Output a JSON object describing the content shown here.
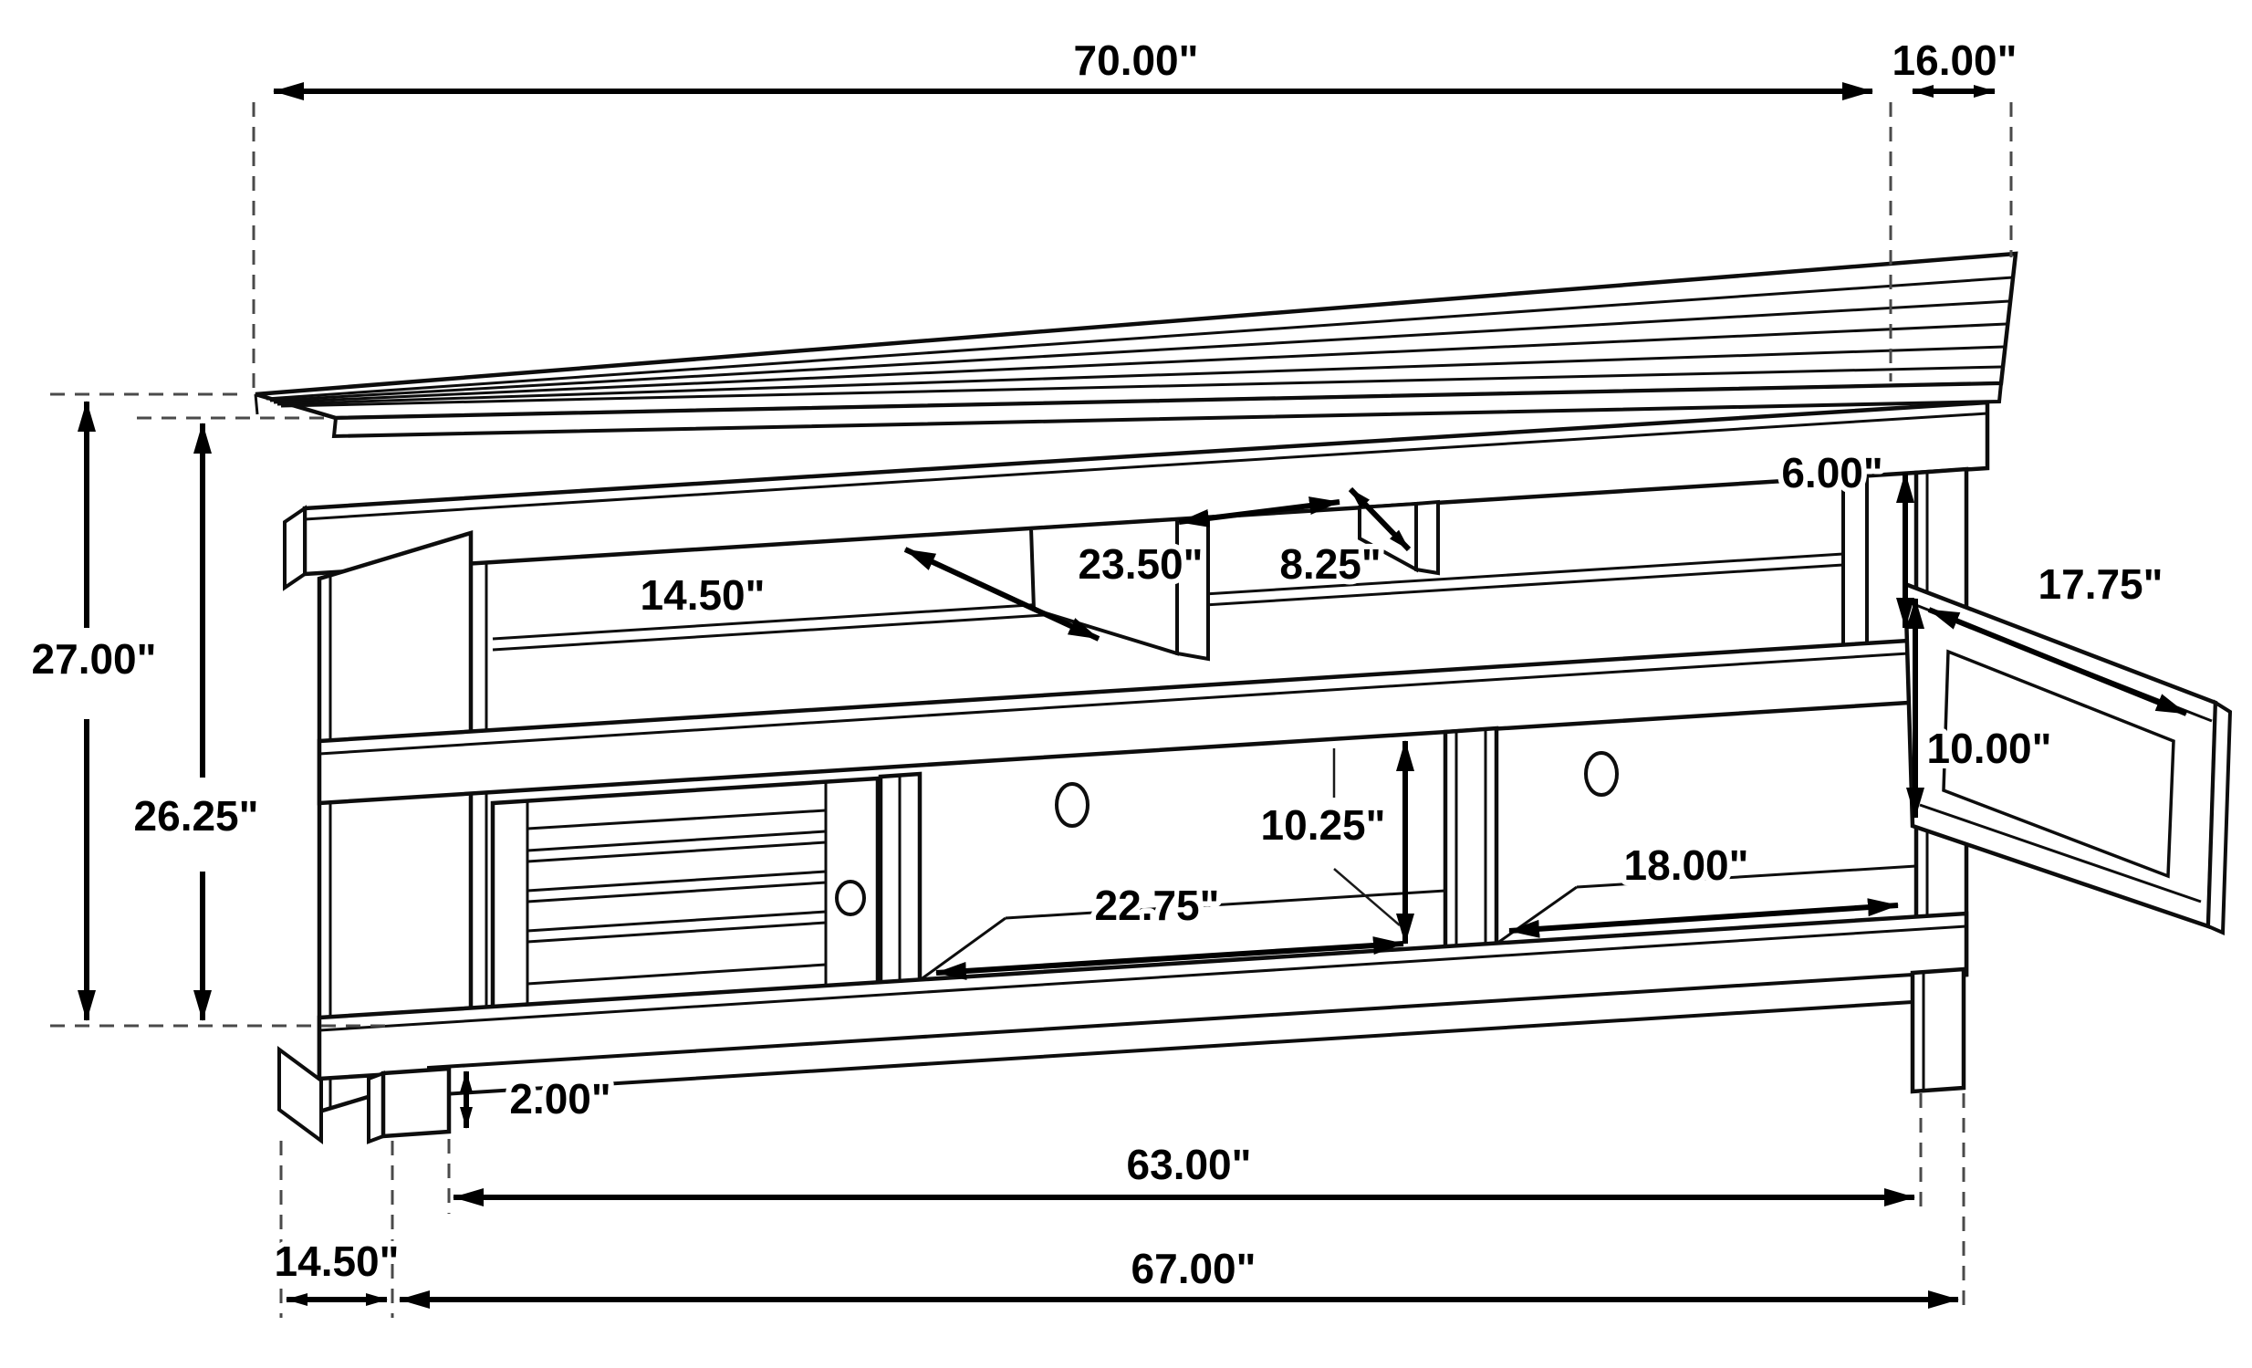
{
  "diagram": {
    "title": "TV stand / media console dimension drawing",
    "unit": "inches",
    "style": {
      "background": "#ffffff",
      "line_color": "#0d0d0d",
      "dimension_color": "#000000",
      "datum_dash_color": "#4a4a4a"
    },
    "dimensions": {
      "top_width": "70.00\"",
      "top_depth": "16.00\"",
      "overall_height": "27.00\"",
      "body_height": "26.25\"",
      "shelf_depth": "14.50\"",
      "center_opening_width": "23.50\"",
      "divider_offset": "8.25\"",
      "upper_shelf_height": "6.00\"",
      "door_width": "17.75\"",
      "door_opening_height": "10.00\"",
      "lower_opening_height": "10.25\"",
      "middle_opening_width": "22.75\"",
      "right_opening_width": "18.00\"",
      "foot_height": "2.00\"",
      "base_width": "63.00\"",
      "side_depth": "14.50\"",
      "floor_width": "67.00\""
    }
  }
}
